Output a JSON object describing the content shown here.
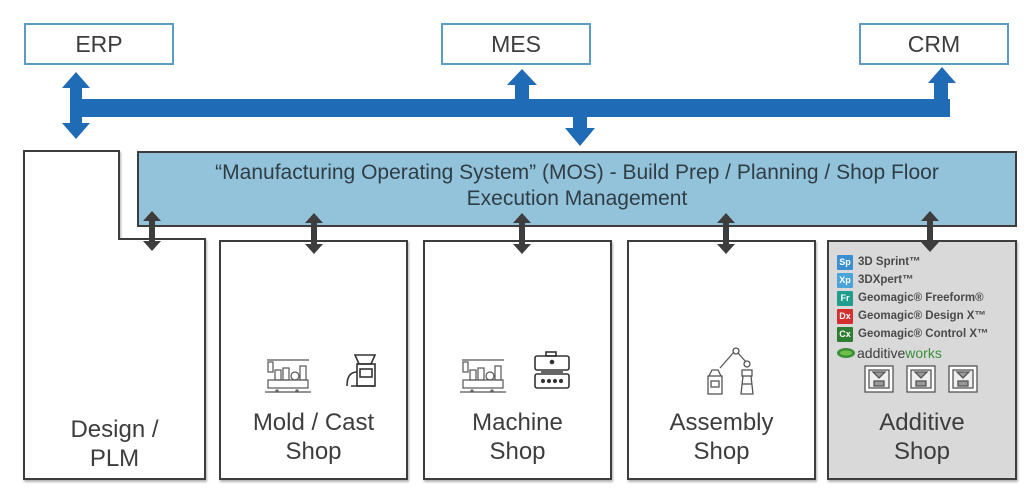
{
  "systems": {
    "erp": "ERP",
    "mes": "MES",
    "crm": "CRM"
  },
  "mos": {
    "line1": "“Manufacturing Operating System” (MOS) - Build Prep / Planning / Shop Floor",
    "line2": "Execution Management"
  },
  "shops": [
    {
      "line1": "Design /",
      "line2": "PLM"
    },
    {
      "line1": "Mold / Cast",
      "line2": "Shop"
    },
    {
      "line1": "Machine",
      "line2": "Shop"
    },
    {
      "line1": "Assembly",
      "line2": "Shop"
    },
    {
      "line1": "Additive",
      "line2": "Shop"
    }
  ],
  "additive_software": [
    {
      "badge": "Sp",
      "name": "3D Sprint™",
      "color": "#3a8fd1"
    },
    {
      "badge": "Xp",
      "name": "3DXpert™",
      "color": "#4aa3d9"
    },
    {
      "badge": "Fr",
      "name": "Geomagic® Freeform®",
      "color": "#1f9e8e"
    },
    {
      "badge": "Dx",
      "name": "Geomagic® Design X™",
      "color": "#d32f2f"
    },
    {
      "badge": "Cx",
      "name": "Geomagic® Control X™",
      "color": "#2e7d32"
    }
  ],
  "additiveworks": {
    "part1": "additive",
    "part2": "works"
  },
  "colors": {
    "bus_blue": "#1f6bb5",
    "mos_fill": "#93c3da",
    "additive_fill": "#d9d9d9",
    "arrow_dark": "#3d3d3d"
  }
}
